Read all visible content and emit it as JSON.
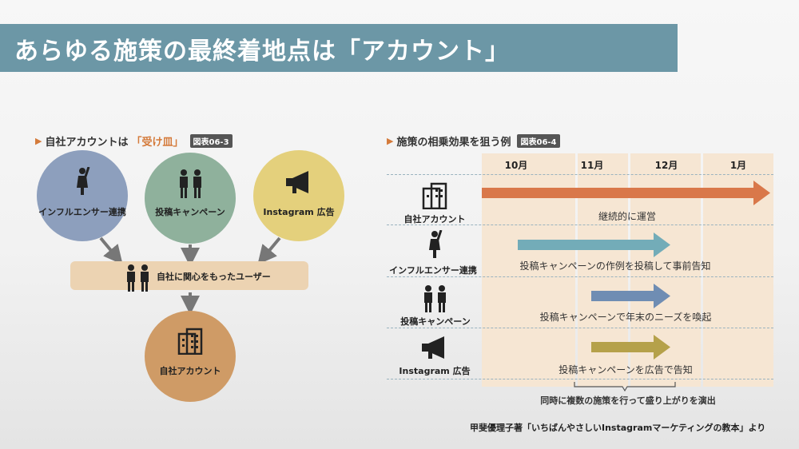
{
  "title": "あらゆる施策の最終着地点は「アカウント」",
  "left": {
    "heading_prefix": "自社アカウントは",
    "heading_quote": "「受け皿」",
    "badge": "図表06-3",
    "circles": [
      {
        "label": "インフルエンサー連携",
        "color": "#8d9fbd",
        "icon": "person-raising-hand-icon"
      },
      {
        "label": "投稿キャンペーン",
        "color": "#8fb19c",
        "icon": "two-people-icon"
      },
      {
        "label": "Instagram 広告",
        "color": "#e4d07c",
        "icon": "megaphone-icon"
      }
    ],
    "user_band_label": "自社に関心をもったユーザー",
    "target_label": "自社アカウント",
    "target_color": "#cf9b66"
  },
  "right": {
    "heading": "施策の相乗効果を狙う例",
    "badge": "図表06-4",
    "months": [
      "10月",
      "11月",
      "12月",
      "1月"
    ],
    "rows": [
      {
        "label": "自社アカウント",
        "icon": "building-icon",
        "bar_caption": "継続的に運営",
        "bar_color": "#d9784a"
      },
      {
        "label": "インフルエンサー連携",
        "icon": "person-raising-hand-icon",
        "bar_caption": "投稿キャンペーンの作例を投稿して事前告知",
        "bar_color": "#73acb8"
      },
      {
        "label": "投稿キャンペーン",
        "icon": "two-people-icon",
        "bar_caption": "投稿キャンペーンで年末のニーズを喚起",
        "bar_color": "#6f8db3"
      },
      {
        "label": "Instagram 広告",
        "icon": "megaphone-icon",
        "bar_caption": "投稿キャンペーンを広告で告知",
        "bar_color": "#b5a14a"
      }
    ],
    "brace_caption": "同時に複数の施策を行って盛り上がりを演出"
  },
  "footer": "甲斐優理子著「いちばんやさしいInstagramマーケティングの教本」より"
}
